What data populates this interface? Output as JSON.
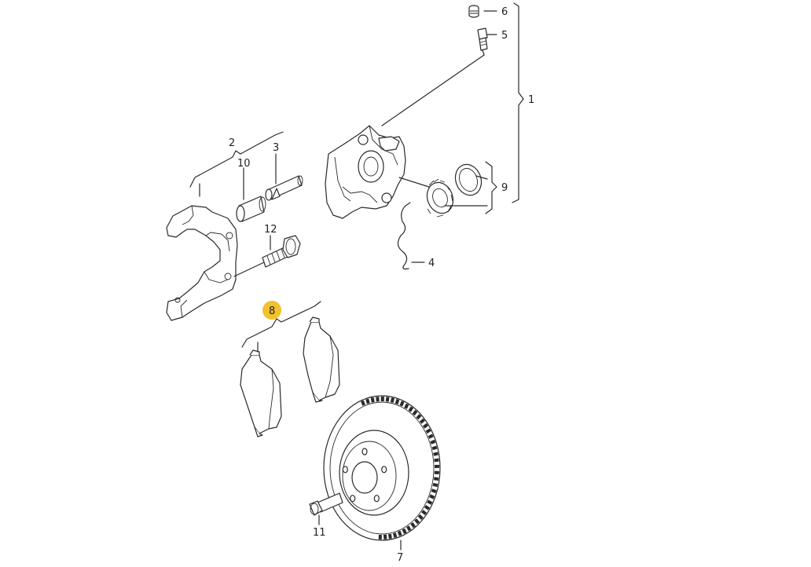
{
  "diagram": {
    "highlight_color": "#f2c12e",
    "selected_item": "8",
    "callouts": [
      {
        "id": "1",
        "label": "1"
      },
      {
        "id": "2",
        "label": "2"
      },
      {
        "id": "3",
        "label": "3"
      },
      {
        "id": "4",
        "label": "4"
      },
      {
        "id": "5",
        "label": "5"
      },
      {
        "id": "6",
        "label": "6"
      },
      {
        "id": "7",
        "label": "7"
      },
      {
        "id": "8",
        "label": "8"
      },
      {
        "id": "9",
        "label": "9"
      },
      {
        "id": "10",
        "label": "10"
      },
      {
        "id": "11",
        "label": "11"
      },
      {
        "id": "12",
        "label": "12"
      }
    ]
  }
}
